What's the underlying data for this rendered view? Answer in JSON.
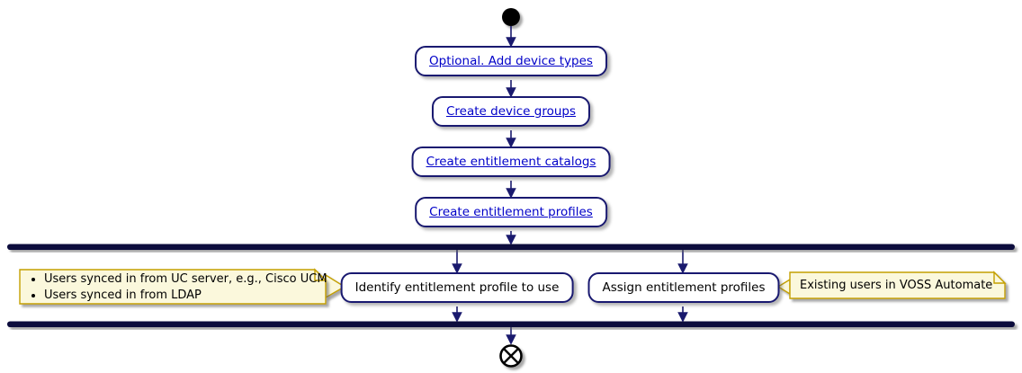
{
  "diagram": {
    "type": "activity-flowchart",
    "colors": {
      "activity_border": "#191970",
      "link_text": "#0000C8",
      "plain_text": "#000000",
      "note_fill": "#FBF8DC",
      "note_border": "#C4A000",
      "bar_fill": "#0A0A3C",
      "arrow": "#1A1A6E",
      "start_node_fill": "#000000",
      "end_node_stroke": "#000000"
    },
    "icons": {
      "start": "initial-node-filled-circle",
      "end": "flow-final-circled-x",
      "fork": "fork-bar",
      "join": "join-bar"
    },
    "steps": [
      {
        "label": "Optional. Add device types",
        "is_link": true
      },
      {
        "label": "Create device groups",
        "is_link": true
      },
      {
        "label": "Create entitlement catalogs",
        "is_link": true
      },
      {
        "label": "Create entitlement profiles",
        "is_link": true
      }
    ],
    "branches": [
      {
        "label": "Identify entitlement profile to use",
        "is_link": false
      },
      {
        "label": "Assign entitlement profiles",
        "is_link": false
      }
    ],
    "notes": {
      "left": {
        "attached_to": "Identify entitlement profile to use",
        "lines": [
          "Users synced in from UC server, e.g., Cisco UCM",
          "Users synced in from LDAP"
        ]
      },
      "right": {
        "attached_to": "Assign entitlement profiles",
        "lines": [
          "Existing users in VOSS Automate"
        ]
      }
    }
  }
}
